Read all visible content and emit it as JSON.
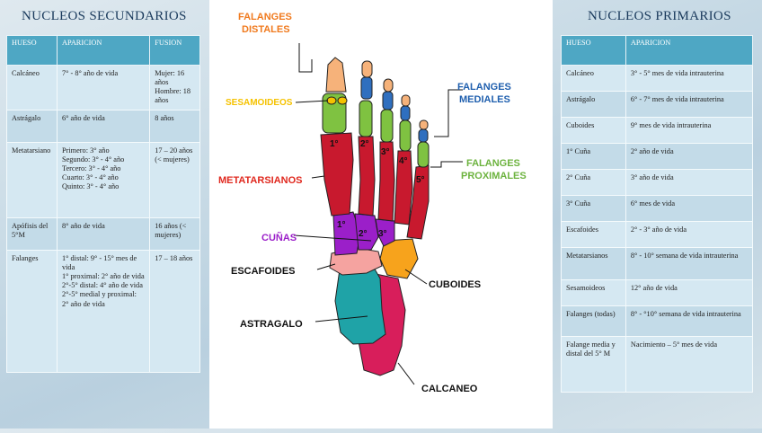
{
  "left": {
    "title": "NUCLEOS SECUNDARIOS",
    "headers": [
      "HUESO",
      "APARICION",
      "FUSION"
    ],
    "rows": [
      {
        "hueso": [
          "Calcáneo"
        ],
        "aparicion": [
          "7° - 8° año de vida"
        ],
        "fusion": [
          "Mujer: 16 años",
          "Hombre: 18 años"
        ]
      },
      {
        "hueso": [
          "Astrágalo"
        ],
        "aparicion": [
          "6° año de vida"
        ],
        "fusion": [
          "8 años"
        ]
      },
      {
        "hueso": [
          "Metatarsiano"
        ],
        "aparicion": [
          "Primero: 3° año",
          "Segundo: 3° - 4° año",
          "Tercero: 3° - 4° año",
          "Cuarto: 3° - 4° año",
          "Quinto: 3° - 4° año"
        ],
        "fusion": [
          "17 – 20 años (< mujeres)"
        ]
      },
      {
        "hueso": [
          "Apófisis del 5°M"
        ],
        "aparicion": [
          "8° año de vida"
        ],
        "fusion": [
          "16 años (< mujeres)"
        ]
      },
      {
        "hueso": [
          "Falanges"
        ],
        "aparicion": [
          "1° distal: 9° - 15° mes de vida",
          "1° proximal: 2° año de vida",
          "2°-5° distal: 4° año de vida",
          "2°-5° medial y proximal: 2° año de vida"
        ],
        "fusion": [
          "17 – 18 años"
        ]
      }
    ]
  },
  "right": {
    "title": "NUCLEOS PRIMARIOS",
    "headers": [
      "HUESO",
      "APARICION"
    ],
    "rows": [
      {
        "hueso": "Calcáneo",
        "aparicion": "3° - 5° mes de vida intrauterina"
      },
      {
        "hueso": "Astrágalo",
        "aparicion": "6° - 7° mes de vida intrauterina"
      },
      {
        "hueso": "Cuboides",
        "aparicion": "9° mes de vida intrauterina"
      },
      {
        "hueso": "1° Cuña",
        "aparicion": "2° año de vida"
      },
      {
        "hueso": "2° Cuña",
        "aparicion": "3° año de vida"
      },
      {
        "hueso": "3° Cuña",
        "aparicion": "6° mes de vida"
      },
      {
        "hueso": "Escafoides",
        "aparicion": "2° - 3° año de vida"
      },
      {
        "hueso": "Metatarsianos",
        "aparicion": "8° - 10° semana de vida intrauterina"
      },
      {
        "hueso": "Sesamoideos",
        "aparicion": "12° año de vida"
      },
      {
        "hueso": "Falanges (todas)",
        "aparicion": "8° - °10° semana de vida intrauterina"
      },
      {
        "hueso": "Falange media y distal del 5° M",
        "aparicion": "Nacimiento – 5° mes de vida"
      }
    ]
  },
  "diagram": {
    "labels": {
      "falanges_distales": "FALANGES\nDISTALES",
      "sesamoideos": "SESAMOIDEOS",
      "falanges_mediales": "FALANGES\nMEDIALES",
      "falanges_proximales": "FALANGES\nPROXIMALES",
      "metatarsianos": "METATARSIANOS",
      "cunas": "CUÑAS",
      "escafoides": "ESCAFOIDES",
      "cuboides": "CUBOIDES",
      "astragalo": "ASTRAGALO",
      "calcaneo": "CALCANEO"
    },
    "numbers": {
      "meta": [
        "1°",
        "2°",
        "3°",
        "4°",
        "5°"
      ],
      "cunas": [
        "1°",
        "2°",
        "3°"
      ]
    },
    "colors": {
      "falanges_distales": "#f07a1e",
      "sesamoideos": "#f5c200",
      "falanges_mediales": "#1f5fae",
      "falanges_proximales": "#6db33f",
      "metatarsianos": "#e0281e",
      "cunas": "#9b1fc9",
      "escafoides": "#111111",
      "cuboides": "#111111",
      "astragalo": "#111111",
      "calcaneo": "#111111"
    }
  }
}
